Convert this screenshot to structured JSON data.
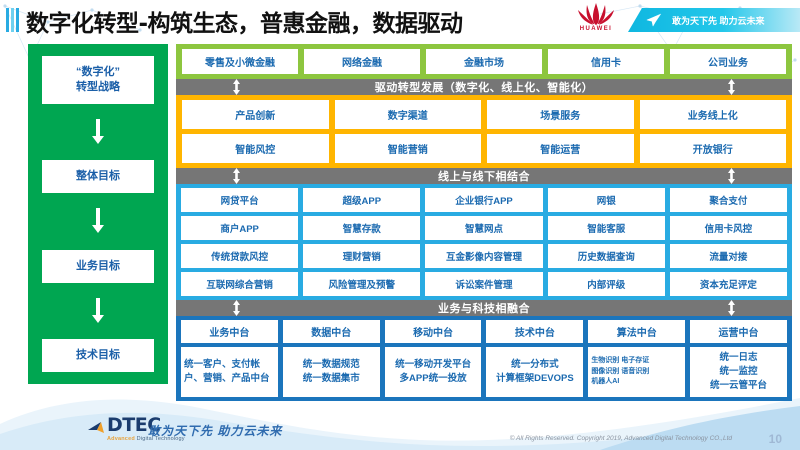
{
  "header": {
    "title": "数字化转型-构筑生态，普惠金融，数据驱动",
    "huawei_wordmark": "HUAWEI",
    "banner_text": "敢为天下先 助力云未来"
  },
  "colors": {
    "rail_green": "#00A651",
    "band_green": "#8DC63F",
    "band_orange": "#FFB500",
    "band_blue": "#29ABE2",
    "band_dark_blue": "#1B75BC",
    "divider_gray": "#767676",
    "cell_text": "#1B6AB0",
    "huawei_red": "#C8102E"
  },
  "rail": {
    "items": [
      {
        "label": "“数字化”\n转型战略"
      },
      {
        "label": "整体目标"
      },
      {
        "label": "业务目标"
      },
      {
        "label": "技术目标"
      }
    ]
  },
  "business_band": {
    "items": [
      "零售及小微金融",
      "网络金融",
      "金融市场",
      "信用卡",
      "公司业务"
    ]
  },
  "dividers": {
    "drive": "驱动转型发展（数字化、线上化、智能化）",
    "online_offline": "线上与线下相结合",
    "biz_tech": "业务与科技相融合"
  },
  "capability_band": {
    "rows": [
      [
        "产品创新",
        "数字渠道",
        "场景服务",
        "业务线上化"
      ],
      [
        "智能风控",
        "智能营销",
        "智能运营",
        "开放银行"
      ]
    ]
  },
  "application_band": {
    "rows": [
      [
        "网贷平台",
        "超级APP",
        "企业银行APP",
        "网银",
        "聚合支付"
      ],
      [
        "商户APP",
        "智慧存款",
        "智慧网点",
        "智能客服",
        "信用卡风控"
      ],
      [
        "传统贷款风控",
        "理财营销",
        "互金影像内容管理",
        "历史数据查询",
        "流量对接"
      ],
      [
        "互联网综合营销",
        "风险管理及预警",
        "诉讼案件管理",
        "内部评级",
        "资本充足评定"
      ]
    ]
  },
  "middle_platform": {
    "columns": [
      {
        "header": "业务中台",
        "body": "统一客户、支付帐户、营销、产品中台",
        "style": "align-left"
      },
      {
        "header": "数据中台",
        "body": "统一数据规范\n统一数据集市",
        "style": "center"
      },
      {
        "header": "移动中台",
        "body": "统一移动开发平台\n多APP统一投放",
        "style": "center"
      },
      {
        "header": "技术中台",
        "body": "统一分布式\n计算框架DEVOPS",
        "style": "center"
      },
      {
        "header": "算法中台",
        "body": "生物识别 电子存证\n图像识别 语音识别\n机器人AI",
        "style": "tiny"
      },
      {
        "header": "运营中台",
        "body": "统一日志\n统一监控\n统一云管平台",
        "style": "center"
      }
    ]
  },
  "footer": {
    "logo_name": "DTEC",
    "logo_sub_bold": "Advanced",
    "logo_sub_rest": " Digital Technology",
    "slogan": "敢为天下先   助力云未来",
    "copyright": "© All Rights Reserved. Copyright 2019, Advanced Digital Technology CO.,Ltd",
    "page_number": "10"
  }
}
